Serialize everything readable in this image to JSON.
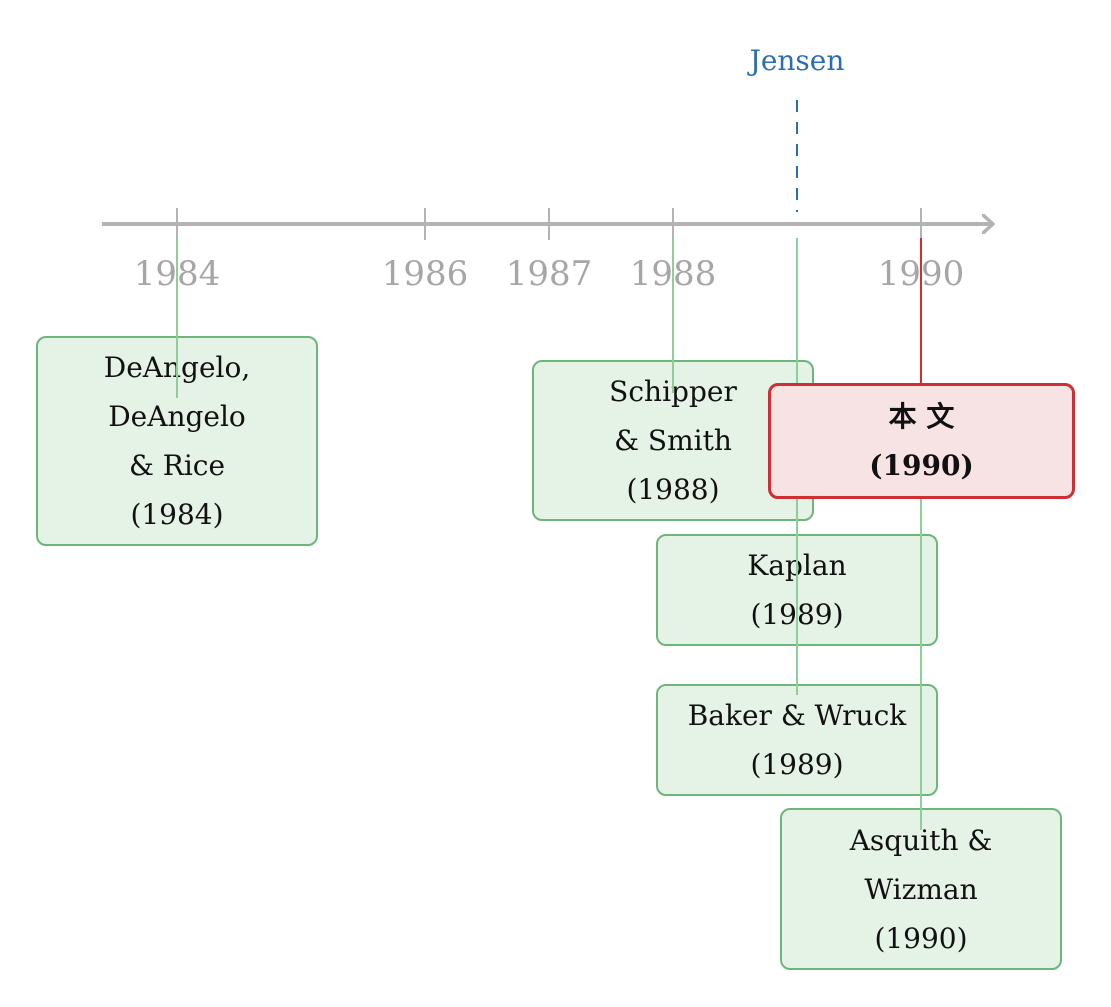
{
  "colors": {
    "axis": "#b3b3b3",
    "tick_label": "#a6a6a6",
    "jensen": "#2b6fae",
    "green_line": "#8fcf97",
    "green_border": "#6db67a",
    "green_fill": "#e1f0e2",
    "red_border": "#cf2f33",
    "red_fill": "#f7e3e4"
  },
  "timeline": {
    "ticks": [
      "1984",
      "1986",
      "1987",
      "1988",
      "1990"
    ],
    "marker_label": "Jensen"
  },
  "entries": [
    {
      "id": "deangelo",
      "lines": [
        "DeAngelo,",
        "DeAngelo",
        "& Rice",
        "(1984)"
      ]
    },
    {
      "id": "schipper",
      "lines": [
        "Schipper",
        "& Smith",
        "(1988)"
      ]
    },
    {
      "id": "this-paper",
      "lines": [
        "本 文",
        "(1990)"
      ]
    },
    {
      "id": "kaplan",
      "lines": [
        "Kaplan",
        "(1989)"
      ]
    },
    {
      "id": "baker",
      "lines": [
        "Baker & Wruck",
        "(1989)"
      ]
    },
    {
      "id": "asquith",
      "lines": [
        "Asquith &",
        "Wizman",
        "(1990)"
      ]
    }
  ]
}
